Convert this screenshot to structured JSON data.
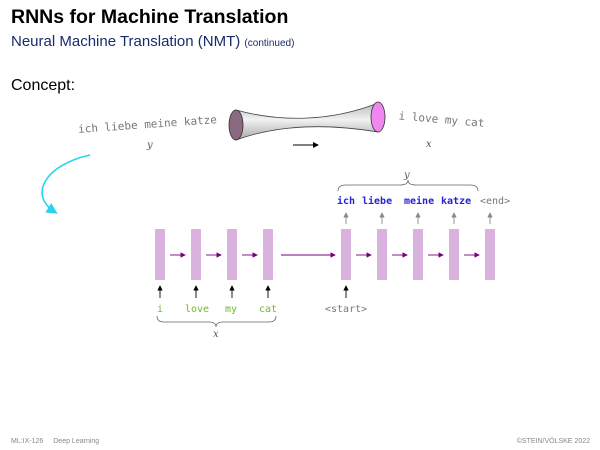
{
  "slide": {
    "title": "RNNs for Machine Translation",
    "subtitle": "Neural Machine Translation (NMT)",
    "subtitle_note": "(continued)",
    "concept_label": "Concept:"
  },
  "overview": {
    "source_sentence": "ich liebe meine katze",
    "source_var": "y",
    "target_sentence": "i love my cat",
    "target_var": "x"
  },
  "decoder": {
    "output_var": "y",
    "outputs": [
      "ich",
      "liebe",
      "meine",
      "katze",
      "<end>"
    ],
    "start_token": "<start>"
  },
  "encoder": {
    "inputs": [
      "i",
      "love",
      "my",
      "cat"
    ],
    "input_var": "x"
  },
  "colors": {
    "cell": "#d9b3dd",
    "arrow": "#7a007a",
    "output_text": "#2323d6",
    "input_text": "#6cbb2b",
    "cyan_arrow": "#28d3f0",
    "left_disk": "#8a6a80",
    "right_disk": "#ee88ee"
  },
  "footer": {
    "course": "ML:IX-126",
    "topic": "Deep Learning",
    "copyright": "©STEIN/VÖLSKE 2022"
  }
}
